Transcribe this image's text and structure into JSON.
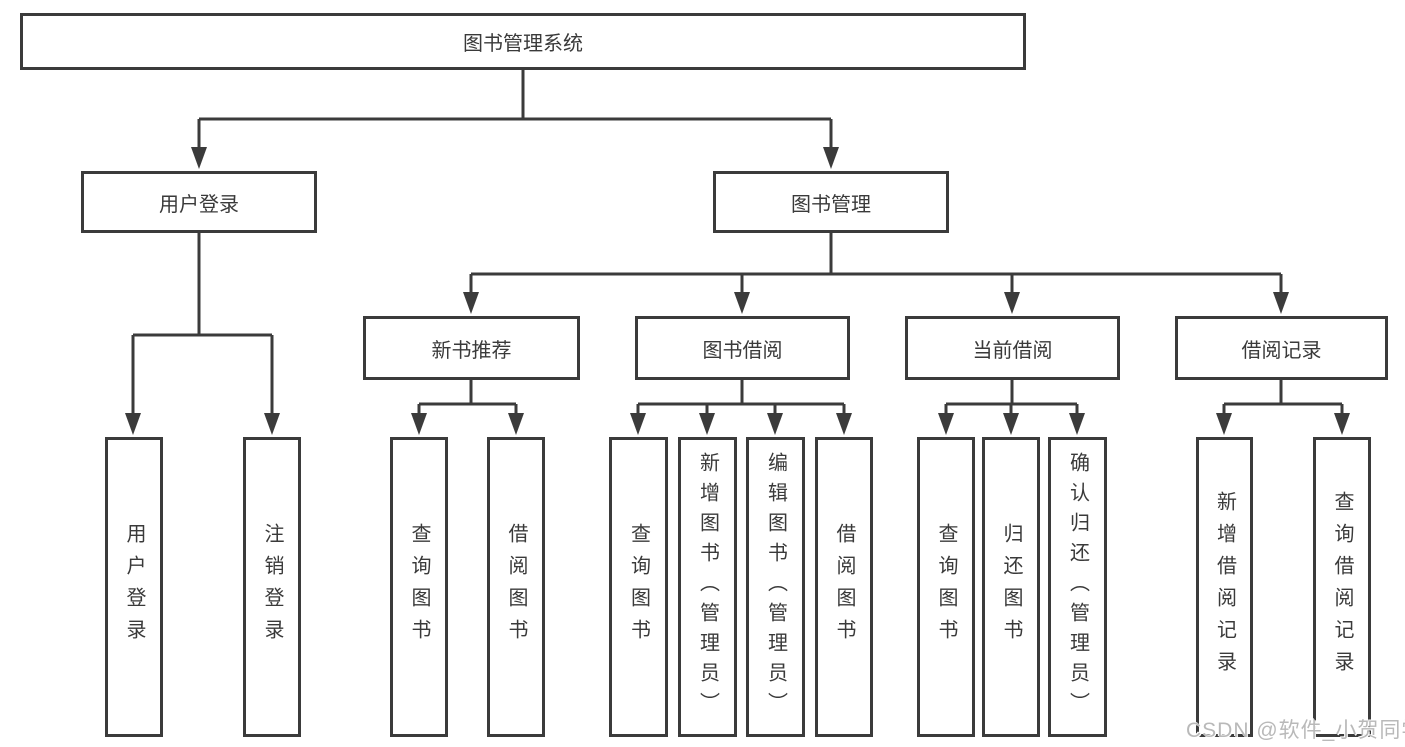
{
  "colors": {
    "line": "#3b3b3b",
    "text": "#3a3a3a",
    "box_bg": "#ffffff",
    "background": "#ffffff",
    "watermark": "#b9b9b9"
  },
  "tree": {
    "root": {
      "label": "图书管理系统",
      "children": [
        {
          "label": "用户登录",
          "children": [
            {
              "label": "用户登录"
            },
            {
              "label": "注销登录"
            }
          ]
        },
        {
          "label": "图书管理",
          "children": [
            {
              "label": "新书推荐",
              "children": [
                {
                  "label": "查询图书"
                },
                {
                  "label": "借阅图书"
                }
              ]
            },
            {
              "label": "图书借阅",
              "children": [
                {
                  "label": "查询图书"
                },
                {
                  "label": "新增图书（管理员）"
                },
                {
                  "label": "编辑图书（管理员）"
                },
                {
                  "label": "借阅图书"
                }
              ]
            },
            {
              "label": "当前借阅",
              "children": [
                {
                  "label": "查询图书"
                },
                {
                  "label": "归还图书"
                },
                {
                  "label": "确认归还（管理员）"
                }
              ]
            },
            {
              "label": "借阅记录",
              "children": [
                {
                  "label": "新增借阅记录"
                },
                {
                  "label": "查询借阅记录"
                }
              ]
            }
          ]
        }
      ]
    }
  },
  "watermark": "CSDN @软件_小贺同学"
}
